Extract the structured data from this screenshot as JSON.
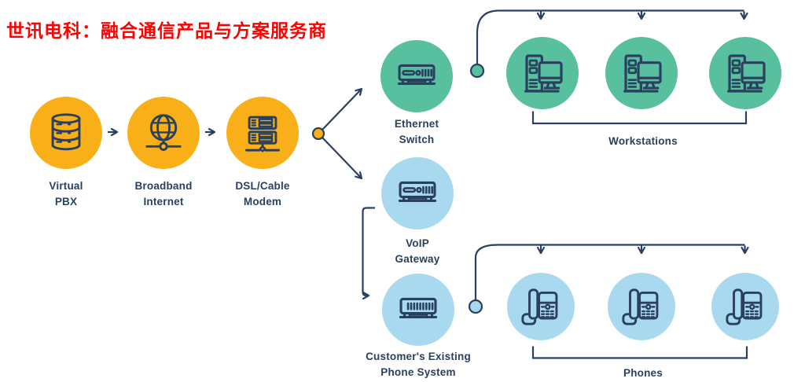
{
  "title": "世讯电科：融合通信产品与方案服务商",
  "colors": {
    "accent_orange": "#F8AF18",
    "accent_teal": "#58BF9F",
    "accent_blue": "#A9D9EF",
    "ink": "#2A405F",
    "title_red": "#FE0000",
    "background": "#FFFFFF"
  },
  "nodes": {
    "virtual_pbx": {
      "label": "Virtual\nPBX",
      "icon": "database-stack-icon"
    },
    "broadband_internet": {
      "label": "Broadband\nInternet",
      "icon": "globe-network-icon"
    },
    "dsl_cable_modem": {
      "label": "DSL/Cable\nModem",
      "icon": "server-rack-icon"
    },
    "ethernet_switch": {
      "label": "Ethernet\nSwitch",
      "icon": "switch-device-icon"
    },
    "voip_gateway": {
      "label": "VoIP\nGateway",
      "icon": "gateway-device-icon"
    },
    "customer_phone_system": {
      "label": "Customer's Existing\nPhone System",
      "icon": "phone-system-device-icon"
    }
  },
  "groups": {
    "workstations": {
      "label": "Workstations",
      "count": 3,
      "icon": "workstation-icon"
    },
    "phones": {
      "label": "Phones",
      "count": 3,
      "icon": "desk-phone-icon"
    }
  }
}
